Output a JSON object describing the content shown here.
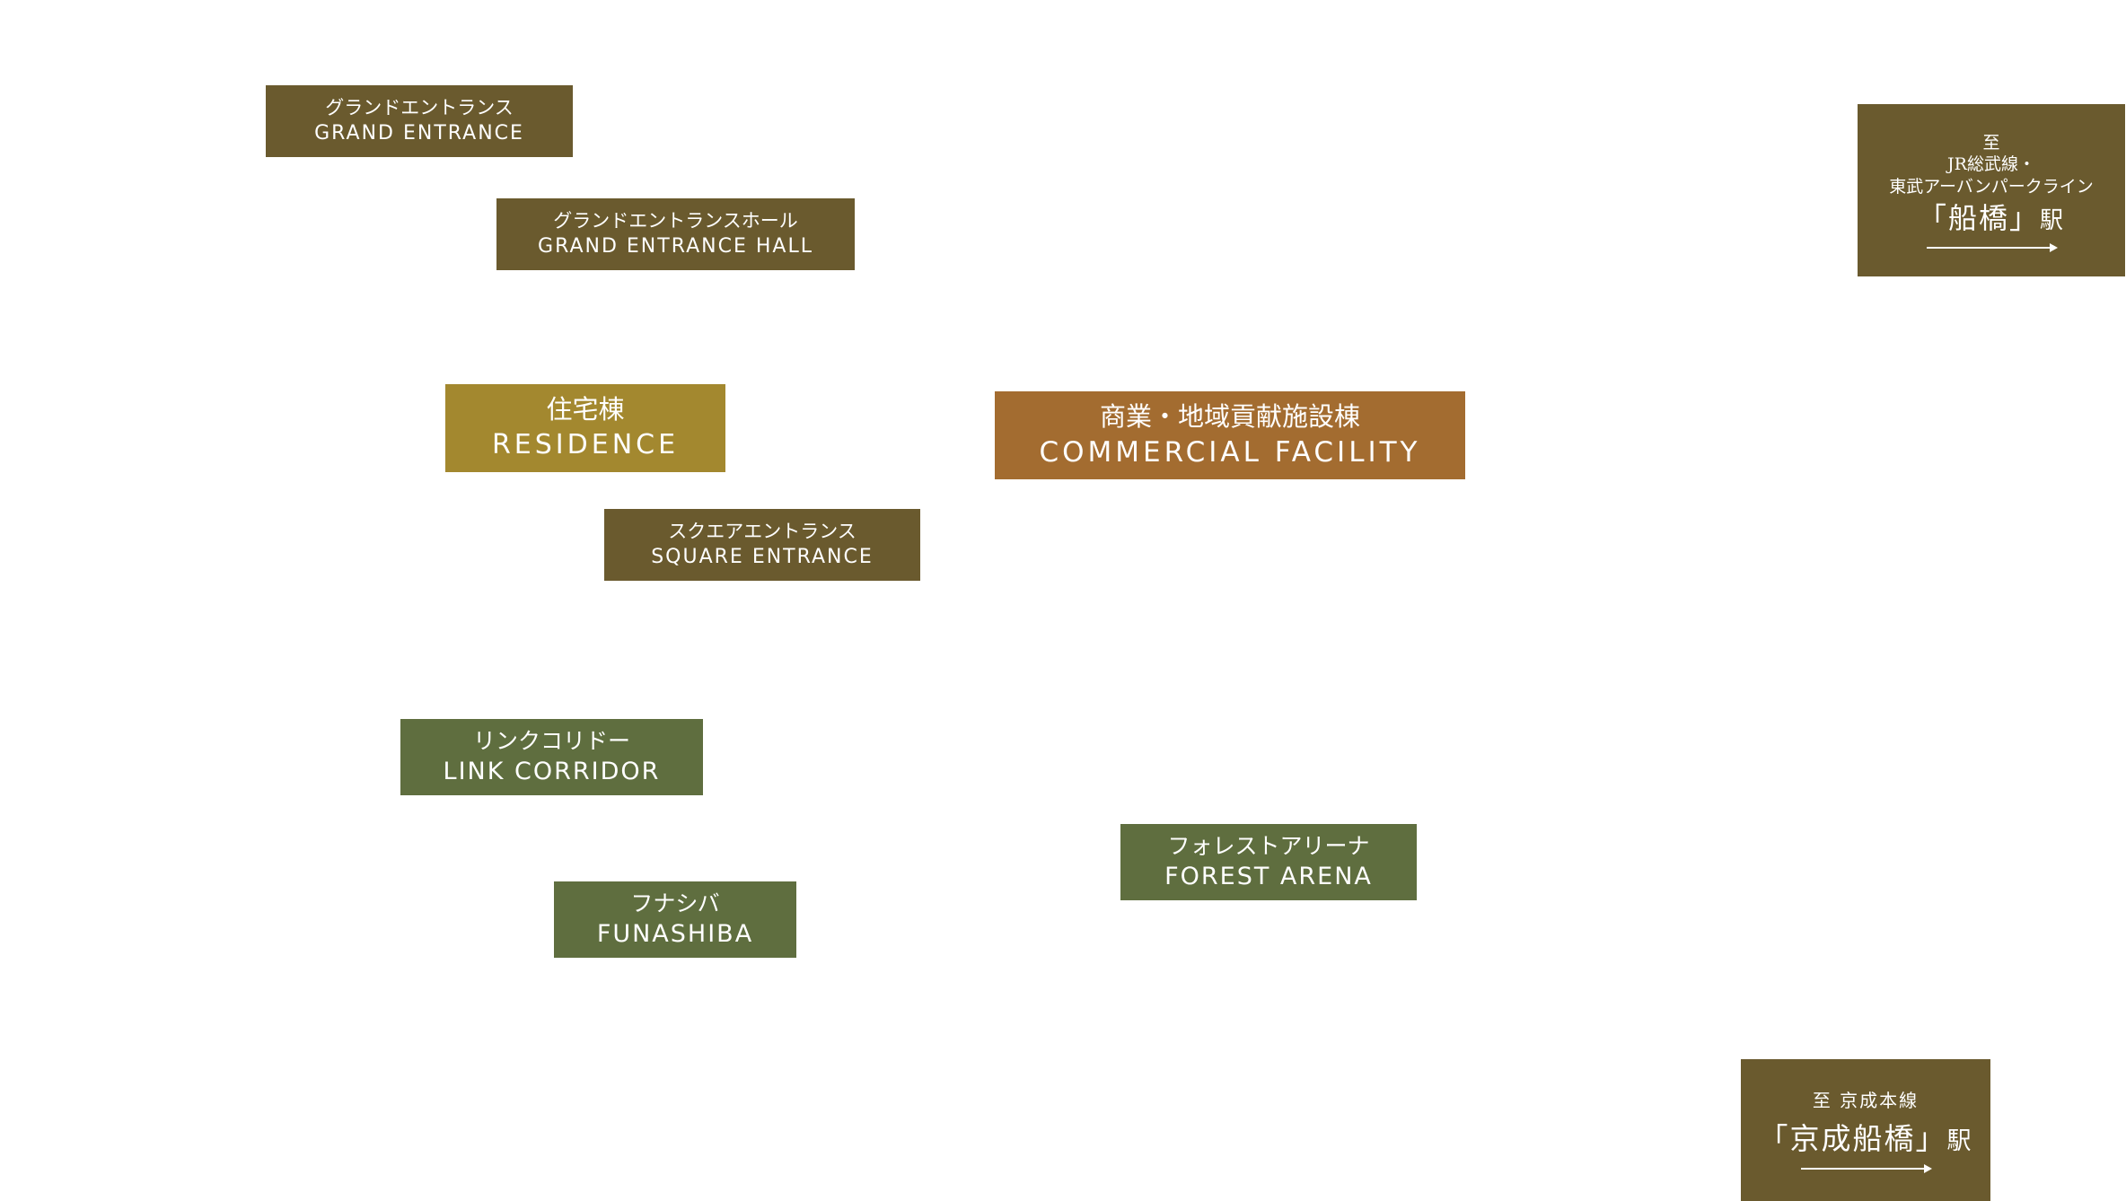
{
  "colors": {
    "entrance_brown": "#6a5a2e",
    "residence_gold": "#a3882f",
    "commercial_orange": "#a36c30",
    "park_green": "#5f6e3f",
    "station_brown": "#6a5a2e"
  },
  "labels": {
    "grand_entrance": {
      "jp": "グランドエントランス",
      "en": "GRAND ENTRANCE"
    },
    "grand_entrance_hall": {
      "jp": "グランドエントランスホール",
      "en": "GRAND ENTRANCE HALL"
    },
    "residence": {
      "jp": "住宅棟",
      "en": "RESIDENCE"
    },
    "commercial_facility": {
      "jp": "商業・地域貢献施設棟",
      "en": "COMMERCIAL FACILITY"
    },
    "square_entrance": {
      "jp": "スクエアエントランス",
      "en": "SQUARE ENTRANCE"
    },
    "link_corridor": {
      "jp": "リンクコリドー",
      "en": "LINK CORRIDOR"
    },
    "forest_arena": {
      "jp": "フォレストアリーナ",
      "en": "FOREST ARENA"
    },
    "funashiba": {
      "jp": "フナシバ",
      "en": "FUNASHIBA"
    }
  },
  "stations": {
    "funabashi": {
      "to": "至",
      "line1": "JR総武線・",
      "line2": "東武アーバンパークライン",
      "name": "「船橋」",
      "suffix": "駅",
      "arrow_icon": "arrow-right-icon"
    },
    "keisei_funabashi": {
      "line": "至 京成本線",
      "name": "「京成船橋」",
      "suffix": "駅",
      "arrow_icon": "arrow-right-icon"
    }
  }
}
